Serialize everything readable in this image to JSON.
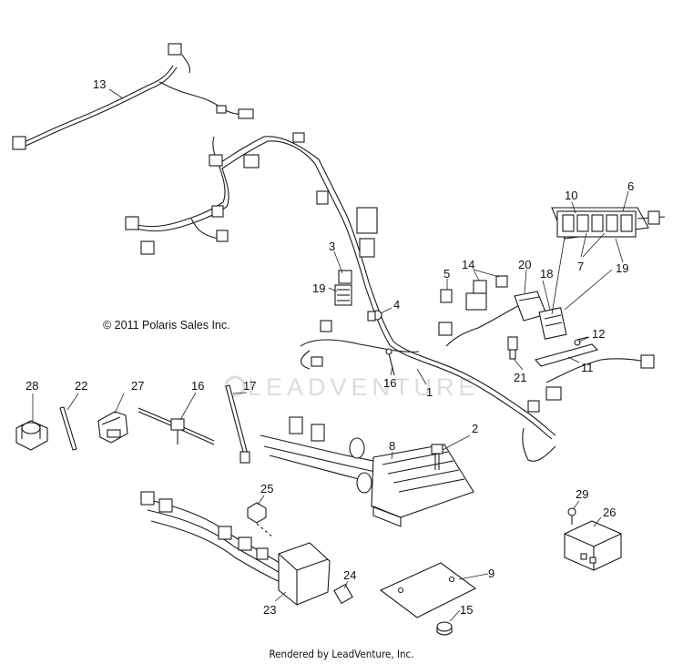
{
  "copyright": "© 2011 Polaris Sales Inc.",
  "footer": "Rendered by LeadVenture, Inc.",
  "watermark": "LEADVENTURE",
  "callouts": {
    "c1": "1",
    "c2": "2",
    "c3": "3",
    "c4": "4",
    "c5": "5",
    "c6": "6",
    "c7": "7",
    "c8": "8",
    "c9": "9",
    "c10": "10",
    "c11": "11",
    "c12": "12",
    "c13": "13",
    "c14": "14",
    "c15": "15",
    "c16a": "16",
    "c16b": "16",
    "c17": "17",
    "c18": "18",
    "c19a": "19",
    "c19b": "19",
    "c20": "20",
    "c21": "21",
    "c22": "22",
    "c23": "23",
    "c24": "24",
    "c25": "25",
    "c26": "26",
    "c27": "27",
    "c28": "28",
    "c29": "29"
  }
}
